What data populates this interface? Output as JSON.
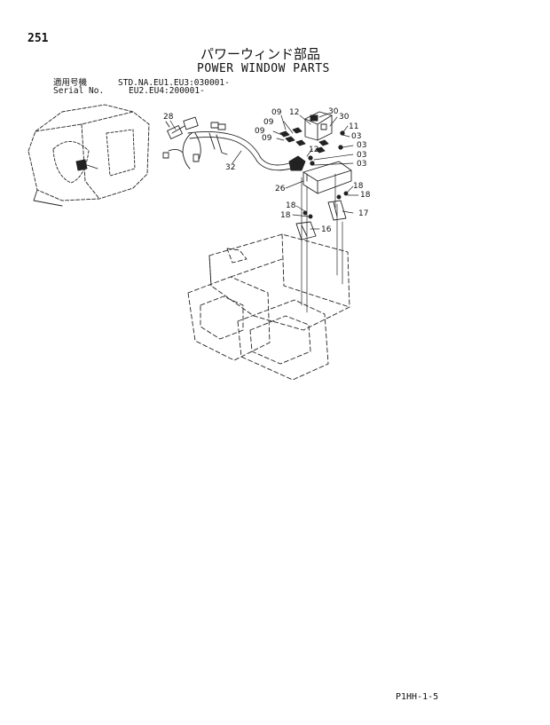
{
  "page": {
    "number": "251",
    "title_jp": "パワーウィンド部品",
    "title_en": "POWER WINDOW PARTS",
    "serial_label_jp": "適用号機",
    "serial_label_en": "Serial No.",
    "serial_line1": "STD.NA.EU1.EU3:030001-",
    "serial_line2": "EU2.EU4:200001-",
    "footer_code": "P1HH-1-5"
  },
  "callouts": [
    {
      "id": "c28",
      "text": "28"
    },
    {
      "id": "c32",
      "text": "32"
    },
    {
      "id": "c09a",
      "text": "09"
    },
    {
      "id": "c09b",
      "text": "09"
    },
    {
      "id": "c09c",
      "text": "09"
    },
    {
      "id": "c09d",
      "text": "09"
    },
    {
      "id": "c12a",
      "text": "12"
    },
    {
      "id": "c12b",
      "text": "12"
    },
    {
      "id": "c30a",
      "text": "30"
    },
    {
      "id": "c30b",
      "text": "30"
    },
    {
      "id": "c11",
      "text": "11"
    },
    {
      "id": "c03a",
      "text": "03"
    },
    {
      "id": "c03b",
      "text": "03"
    },
    {
      "id": "c03c",
      "text": "03"
    },
    {
      "id": "c03d",
      "text": "03"
    },
    {
      "id": "c26",
      "text": "26"
    },
    {
      "id": "c18a",
      "text": "18"
    },
    {
      "id": "c18b",
      "text": "18"
    },
    {
      "id": "c18c",
      "text": "18"
    },
    {
      "id": "c18d",
      "text": "18"
    },
    {
      "id": "c17",
      "text": "17"
    },
    {
      "id": "c16",
      "text": "16"
    }
  ]
}
